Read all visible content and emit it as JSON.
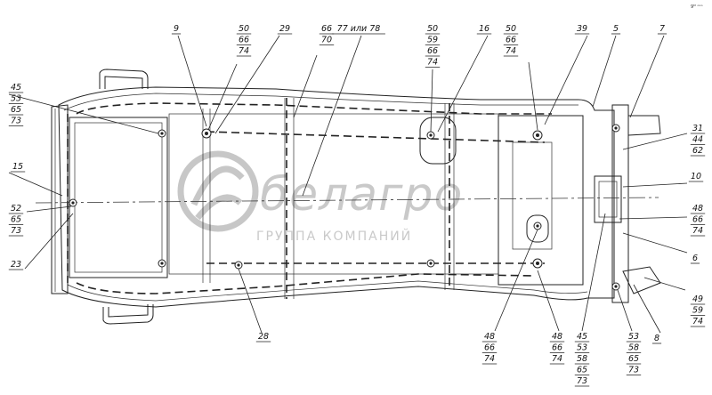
{
  "corner_mark": "9ᴹ ᵒᵒᵒ",
  "watermark": {
    "brand": "белагро",
    "subtitle": "ГРУППА КОМПАНИЙ"
  },
  "callouts": [
    {
      "id": "c9",
      "lines": [
        "9"
      ]
    },
    {
      "id": "c50a",
      "lines": [
        "50",
        "66",
        "74"
      ]
    },
    {
      "id": "c29",
      "lines": [
        "29"
      ]
    },
    {
      "id": "c66",
      "lines": [
        "66",
        "70"
      ]
    },
    {
      "id": "c77",
      "lines": [
        "77 или 78"
      ]
    },
    {
      "id": "c50b",
      "lines": [
        "50",
        "59",
        "66",
        "74"
      ]
    },
    {
      "id": "c16",
      "lines": [
        "16"
      ]
    },
    {
      "id": "c50c",
      "lines": [
        "50",
        "66",
        "74"
      ]
    },
    {
      "id": "c39",
      "lines": [
        "39"
      ]
    },
    {
      "id": "c5",
      "lines": [
        "5"
      ]
    },
    {
      "id": "c7",
      "lines": [
        "7"
      ]
    },
    {
      "id": "c45a",
      "lines": [
        "45",
        "53",
        "65",
        "73"
      ]
    },
    {
      "id": "c15",
      "lines": [
        "15"
      ]
    },
    {
      "id": "c52",
      "lines": [
        "52",
        "65",
        "73"
      ]
    },
    {
      "id": "c23",
      "lines": [
        "23"
      ]
    },
    {
      "id": "c31",
      "lines": [
        "31",
        "44",
        "62"
      ]
    },
    {
      "id": "c10",
      "lines": [
        "10"
      ]
    },
    {
      "id": "c48a",
      "lines": [
        "48",
        "66",
        "74"
      ]
    },
    {
      "id": "c6",
      "lines": [
        "6"
      ]
    },
    {
      "id": "c49",
      "lines": [
        "49",
        "59",
        "74"
      ]
    },
    {
      "id": "c28",
      "lines": [
        "28"
      ]
    },
    {
      "id": "c48b",
      "lines": [
        "48",
        "66",
        "74"
      ]
    },
    {
      "id": "c48c",
      "lines": [
        "48",
        "66",
        "74"
      ]
    },
    {
      "id": "c45b",
      "lines": [
        "45",
        "53",
        "58",
        "65",
        "73"
      ]
    },
    {
      "id": "c53",
      "lines": [
        "53",
        "58",
        "65",
        "73"
      ]
    },
    {
      "id": "c8",
      "lines": [
        "8"
      ]
    }
  ]
}
